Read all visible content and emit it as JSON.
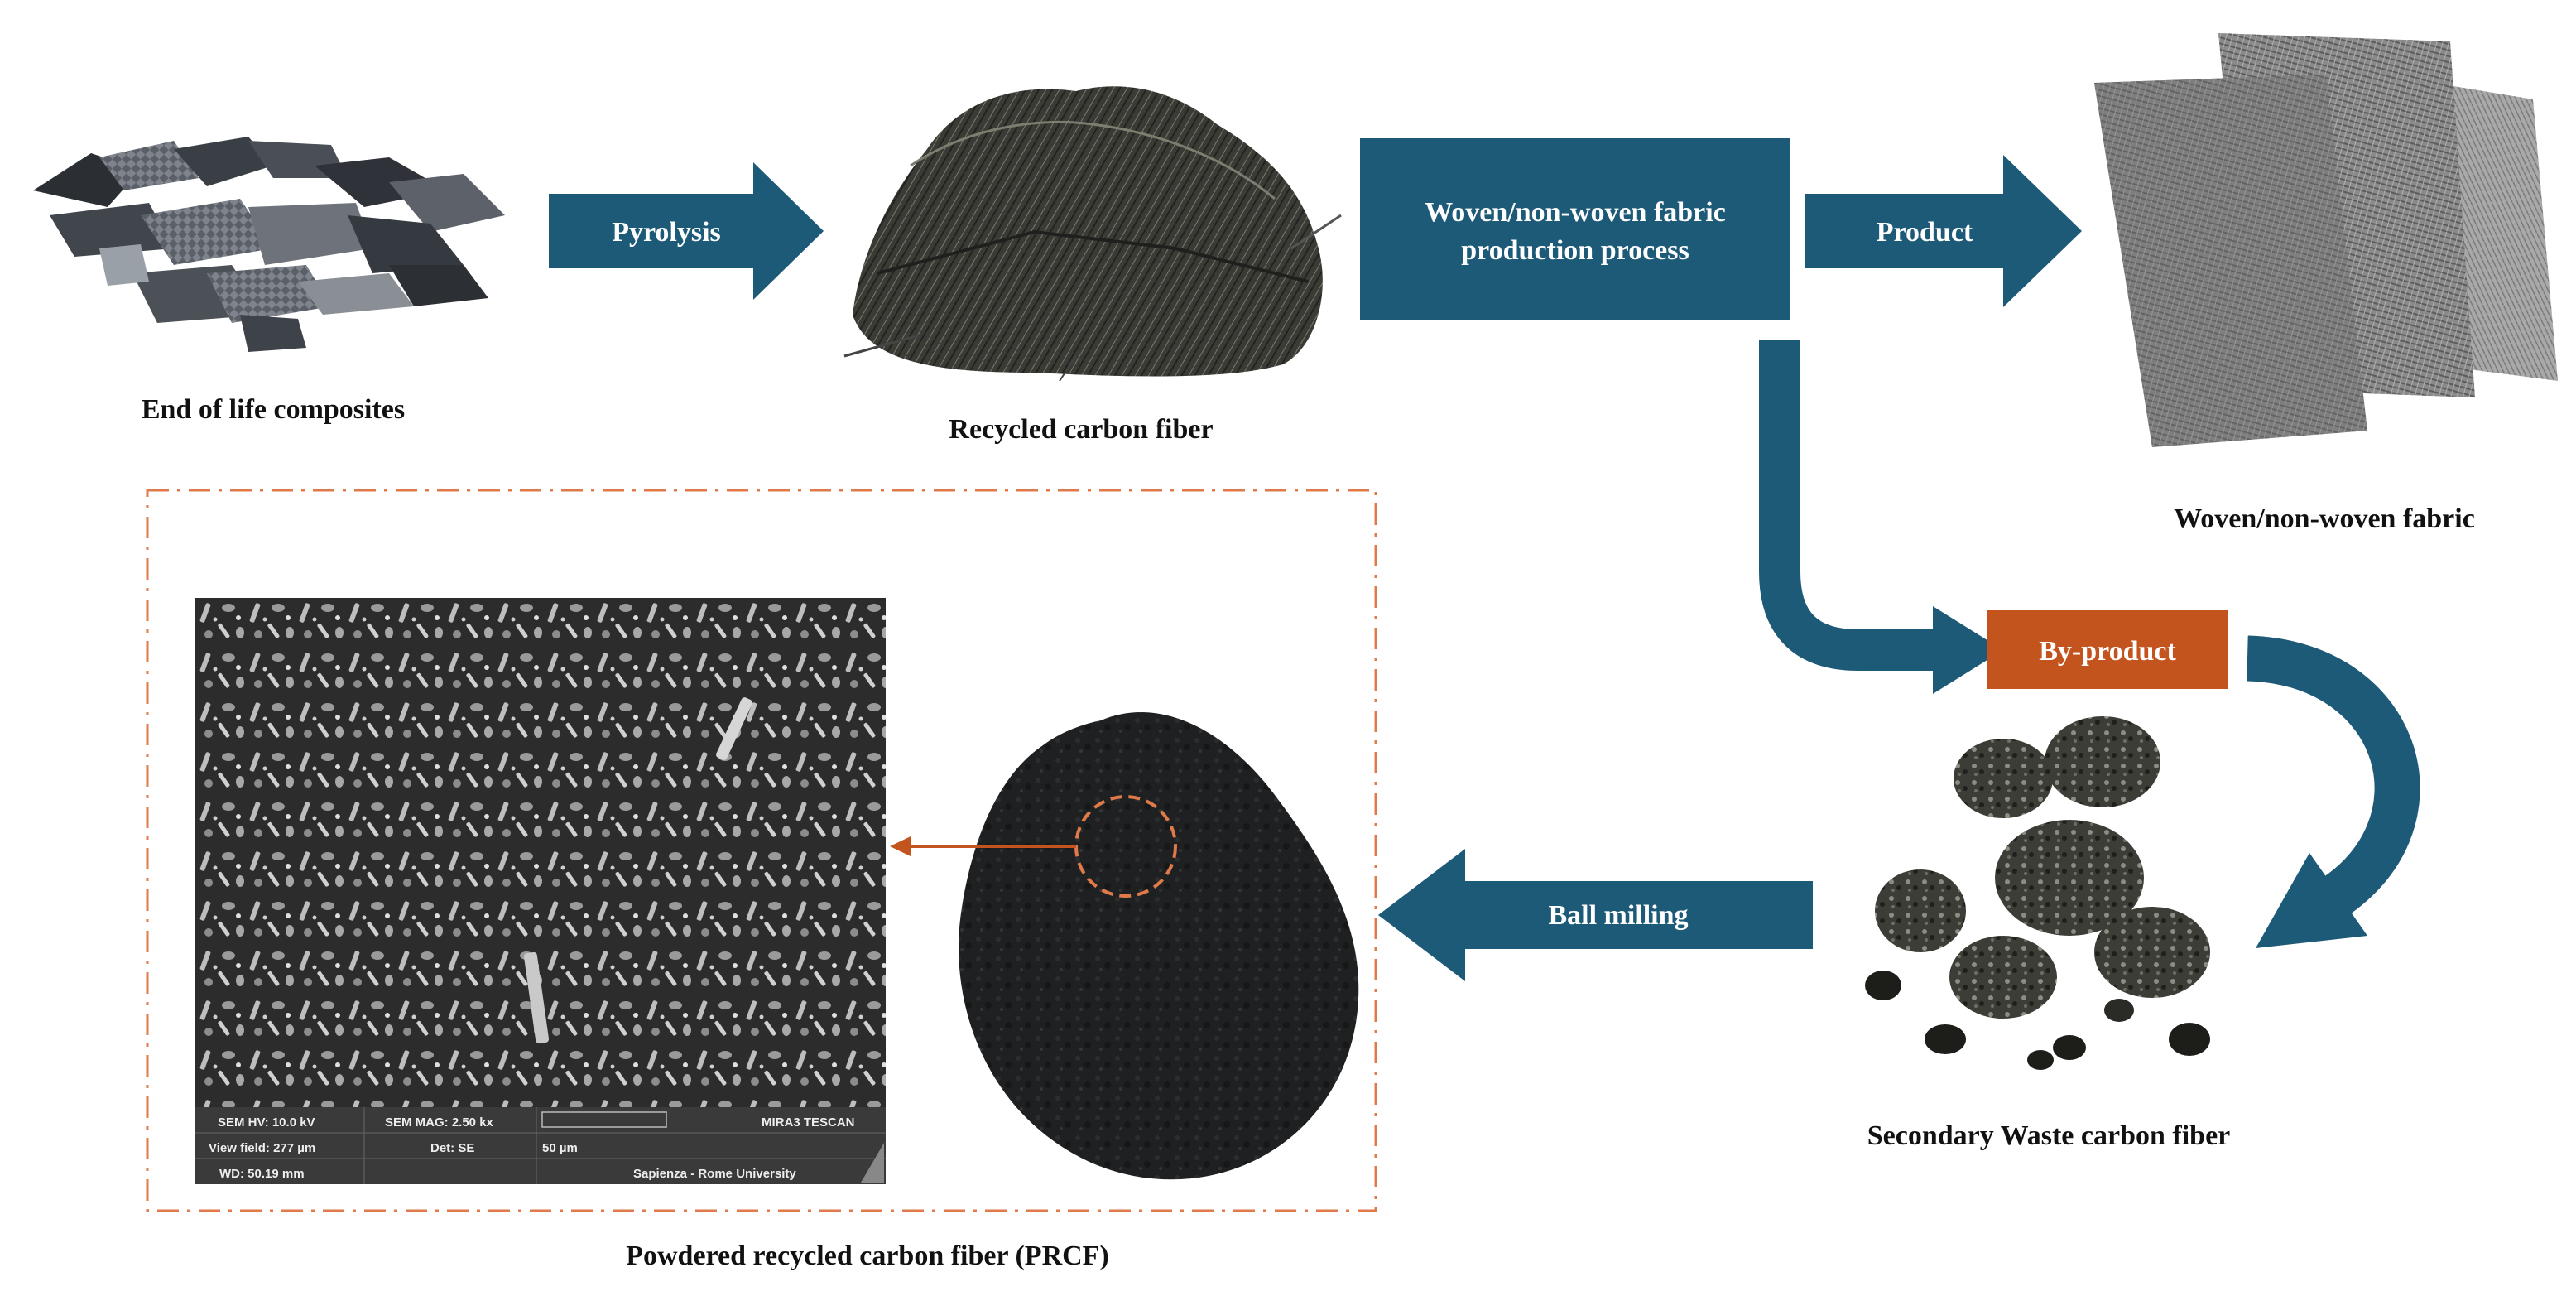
{
  "labels": {
    "eol": "End of life composites",
    "rcf": "Recycled carbon fiber",
    "fabric": "Woven/non-woven fabric",
    "secondary": "Secondary Waste carbon fiber",
    "prcf": "Powdered recycled carbon fiber (PRCF)"
  },
  "arrows": {
    "pyrolysis": "Pyrolysis",
    "product": "Product",
    "ball_milling": "Ball milling"
  },
  "boxes": {
    "process_line1": "Woven/non-woven fabric",
    "process_line2": "production process",
    "byproduct": "By-product"
  },
  "sem": {
    "hv": "SEM HV: 10.0 kV",
    "mag": "SEM MAG: 2.50 kx",
    "brand": "MIRA3 TESCAN",
    "view_field": "View field: 277 µm",
    "det": "Det: SE",
    "scale": "50 µm",
    "wd": "WD: 50.19 mm",
    "institution": "Sapienza - Rome University"
  },
  "colors": {
    "flow_blue": "#1d5a78",
    "byproduct_orange": "#c4541d",
    "dashed_orange": "#e07a4a",
    "pointer_orange": "#c4541d"
  },
  "icons": {
    "eol_image": "composite-shards-photo",
    "rcf_image": "fiber-pile-photo",
    "fabric_image": "fabric-sheets-photo",
    "secondary_image": "waste-clumps-photo",
    "powder_image": "black-powder-photo",
    "sem_image": "sem-micrograph"
  }
}
